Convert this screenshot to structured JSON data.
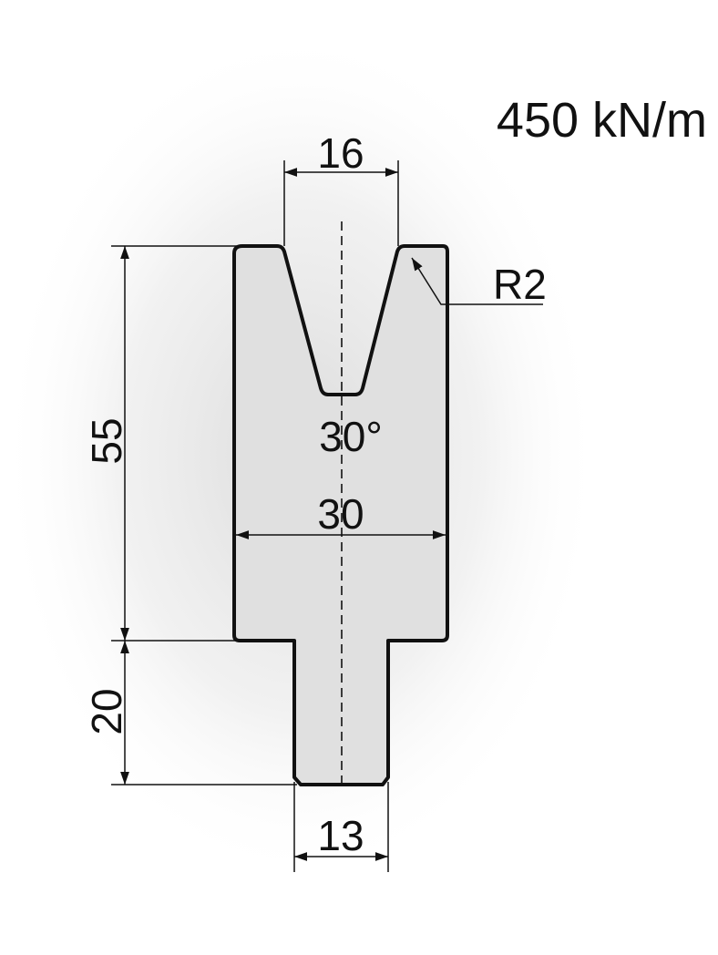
{
  "rating": "450 kN/m",
  "dimensions": {
    "v_opening": "16",
    "radius": "R2",
    "height_body": "55",
    "angle": "30°",
    "width_body": "30",
    "height_tang": "20",
    "width_tang": "13"
  },
  "colors": {
    "fill": "#e0e0e0",
    "stroke": "#111111",
    "shadow": "#c8c8c8"
  }
}
